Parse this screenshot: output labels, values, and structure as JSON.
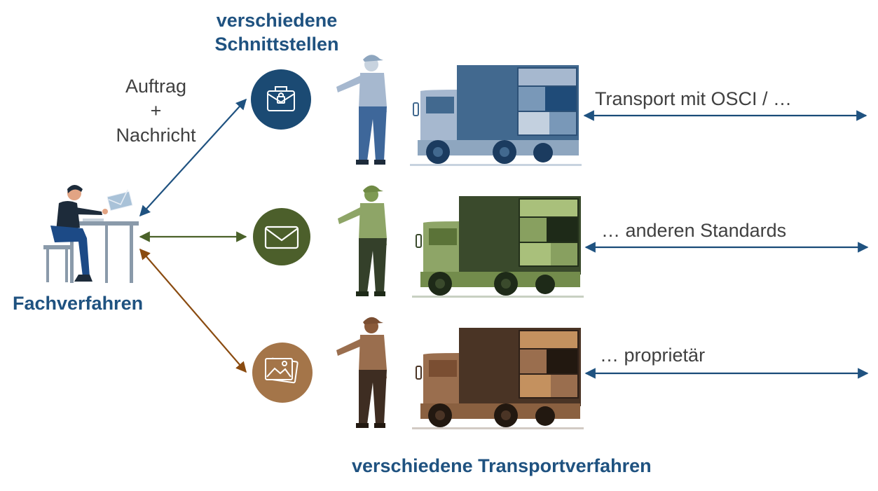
{
  "header": {
    "line1": "verschiedene",
    "line2": "Schnittstellen"
  },
  "left": {
    "system_label": "Fachverfahren"
  },
  "order": {
    "line1": "Auftrag",
    "line2": "+",
    "line3": "Nachricht"
  },
  "transports": [
    {
      "label": "Transport mit OSCI / …",
      "color": "#194b78",
      "light": "#a6b8cf",
      "dark": "#42698f",
      "box_mid": "#7998b8",
      "box_light": "#c3d0df",
      "icon": "briefcase-lock-icon"
    },
    {
      "label": "… anderen Standards",
      "color": "#3c5a25",
      "light": "#8ea567",
      "dark": "#3a4a2c",
      "box_mid": "#88a060",
      "box_light": "#a9c07b",
      "icon": "envelope-icon"
    },
    {
      "label": "… proprietär",
      "color": "#9a6a42",
      "light": "#9a6e4e",
      "dark": "#4a3425",
      "box_mid": "#9a6e4e",
      "box_light": "#c4915f",
      "icon": "picture-icon"
    }
  ],
  "footer": {
    "label": "verschiedene Transportverfahren"
  },
  "colors": {
    "title": "#1f5280",
    "text": "#404040",
    "arrow_blue": "#1f5280",
    "arrow_green": "#4a6129",
    "arrow_brown": "#8a4b10"
  }
}
